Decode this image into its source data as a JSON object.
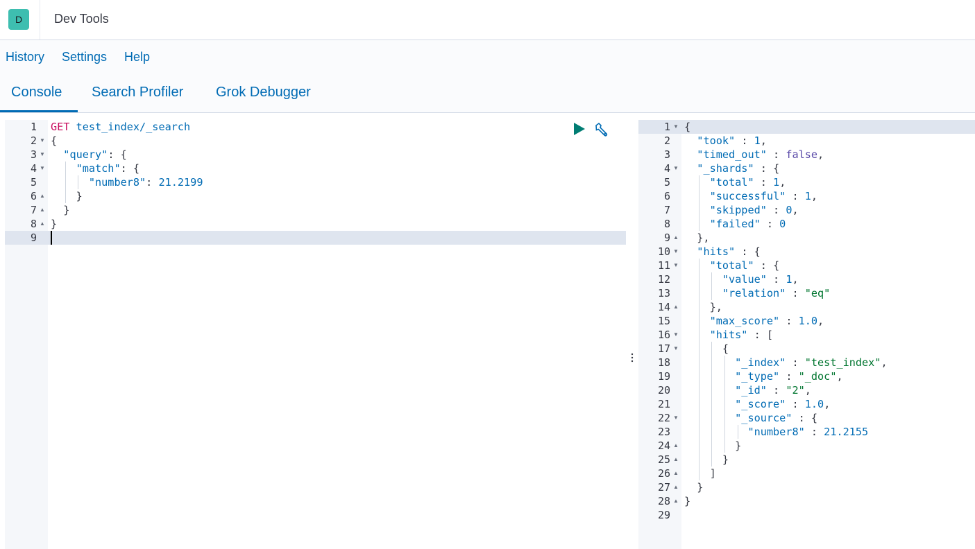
{
  "header": {
    "badge": "D",
    "title": "Dev Tools"
  },
  "topnav": {
    "history": "History",
    "settings": "Settings",
    "help": "Help"
  },
  "tabs": [
    {
      "label": "Console",
      "active": true
    },
    {
      "label": "Search Profiler"
    },
    {
      "label": "Grok Debugger"
    }
  ],
  "request_editor": {
    "lines": [
      [
        [
          "m",
          "GET "
        ],
        [
          "k",
          "test_index/_search"
        ]
      ],
      [
        [
          "p",
          "{"
        ]
      ],
      [
        [
          "p",
          "  "
        ],
        [
          "k",
          "\"query\""
        ],
        [
          "p",
          ": {"
        ]
      ],
      [
        [
          "p",
          "    "
        ],
        [
          "k",
          "\"match\""
        ],
        [
          "p",
          ": {"
        ]
      ],
      [
        [
          "p",
          "      "
        ],
        [
          "k",
          "\"number8\""
        ],
        [
          "p",
          ": "
        ],
        [
          "n",
          "21.2199"
        ]
      ],
      [
        [
          "p",
          "    }"
        ]
      ],
      [
        [
          "p",
          "  }"
        ]
      ],
      [
        [
          "p",
          "}"
        ]
      ],
      [
        [
          "p",
          ""
        ]
      ]
    ],
    "folds": [
      "",
      "down",
      "down",
      "down",
      "",
      "up",
      "up",
      "up",
      ""
    ]
  },
  "response_editor": {
    "lines": [
      [
        [
          "p",
          "{"
        ]
      ],
      [
        [
          "p",
          "  "
        ],
        [
          "k",
          "\"took\""
        ],
        [
          "p",
          " : "
        ],
        [
          "n",
          "1"
        ],
        [
          "p",
          ","
        ]
      ],
      [
        [
          "p",
          "  "
        ],
        [
          "k",
          "\"timed_out\""
        ],
        [
          "p",
          " : "
        ],
        [
          "b",
          "false"
        ],
        [
          "p",
          ","
        ]
      ],
      [
        [
          "p",
          "  "
        ],
        [
          "k",
          "\"_shards\""
        ],
        [
          "p",
          " : {"
        ]
      ],
      [
        [
          "p",
          "    "
        ],
        [
          "k",
          "\"total\""
        ],
        [
          "p",
          " : "
        ],
        [
          "n",
          "1"
        ],
        [
          "p",
          ","
        ]
      ],
      [
        [
          "p",
          "    "
        ],
        [
          "k",
          "\"successful\""
        ],
        [
          "p",
          " : "
        ],
        [
          "n",
          "1"
        ],
        [
          "p",
          ","
        ]
      ],
      [
        [
          "p",
          "    "
        ],
        [
          "k",
          "\"skipped\""
        ],
        [
          "p",
          " : "
        ],
        [
          "n",
          "0"
        ],
        [
          "p",
          ","
        ]
      ],
      [
        [
          "p",
          "    "
        ],
        [
          "k",
          "\"failed\""
        ],
        [
          "p",
          " : "
        ],
        [
          "n",
          "0"
        ]
      ],
      [
        [
          "p",
          "  },"
        ]
      ],
      [
        [
          "p",
          "  "
        ],
        [
          "k",
          "\"hits\""
        ],
        [
          "p",
          " : {"
        ]
      ],
      [
        [
          "p",
          "    "
        ],
        [
          "k",
          "\"total\""
        ],
        [
          "p",
          " : {"
        ]
      ],
      [
        [
          "p",
          "      "
        ],
        [
          "k",
          "\"value\""
        ],
        [
          "p",
          " : "
        ],
        [
          "n",
          "1"
        ],
        [
          "p",
          ","
        ]
      ],
      [
        [
          "p",
          "      "
        ],
        [
          "k",
          "\"relation\""
        ],
        [
          "p",
          " : "
        ],
        [
          "s",
          "\"eq\""
        ]
      ],
      [
        [
          "p",
          "    },"
        ]
      ],
      [
        [
          "p",
          "    "
        ],
        [
          "k",
          "\"max_score\""
        ],
        [
          "p",
          " : "
        ],
        [
          "n",
          "1.0"
        ],
        [
          "p",
          ","
        ]
      ],
      [
        [
          "p",
          "    "
        ],
        [
          "k",
          "\"hits\""
        ],
        [
          "p",
          " : ["
        ]
      ],
      [
        [
          "p",
          "      {"
        ]
      ],
      [
        [
          "p",
          "        "
        ],
        [
          "k",
          "\"_index\""
        ],
        [
          "p",
          " : "
        ],
        [
          "s",
          "\"test_index\""
        ],
        [
          "p",
          ","
        ]
      ],
      [
        [
          "p",
          "        "
        ],
        [
          "k",
          "\"_type\""
        ],
        [
          "p",
          " : "
        ],
        [
          "s",
          "\"_doc\""
        ],
        [
          "p",
          ","
        ]
      ],
      [
        [
          "p",
          "        "
        ],
        [
          "k",
          "\"_id\""
        ],
        [
          "p",
          " : "
        ],
        [
          "s",
          "\"2\""
        ],
        [
          "p",
          ","
        ]
      ],
      [
        [
          "p",
          "        "
        ],
        [
          "k",
          "\"_score\""
        ],
        [
          "p",
          " : "
        ],
        [
          "n",
          "1.0"
        ],
        [
          "p",
          ","
        ]
      ],
      [
        [
          "p",
          "        "
        ],
        [
          "k",
          "\"_source\""
        ],
        [
          "p",
          " : {"
        ]
      ],
      [
        [
          "p",
          "          "
        ],
        [
          "k",
          "\"number8\""
        ],
        [
          "p",
          " : "
        ],
        [
          "n",
          "21.2155"
        ]
      ],
      [
        [
          "p",
          "        }"
        ]
      ],
      [
        [
          "p",
          "      }"
        ]
      ],
      [
        [
          "p",
          "    ]"
        ]
      ],
      [
        [
          "p",
          "  }"
        ]
      ],
      [
        [
          "p",
          "}"
        ]
      ],
      [
        [
          "p",
          ""
        ]
      ]
    ],
    "folds": [
      "down",
      "",
      "",
      "down",
      "",
      "",
      "",
      "",
      "up",
      "down",
      "down",
      "",
      "",
      "up",
      "",
      "down",
      "down",
      "",
      "",
      "",
      "",
      "down",
      "",
      "up",
      "up",
      "up",
      "up",
      "up",
      ""
    ]
  },
  "icons": {
    "run": "play-icon",
    "wrench": "wrench-icon",
    "resizer": "vertical-dots-icon"
  },
  "colors": {
    "accent": "#006bb4",
    "badge": "#3ebeb0",
    "string": "#00752f",
    "method": "#c91060"
  }
}
